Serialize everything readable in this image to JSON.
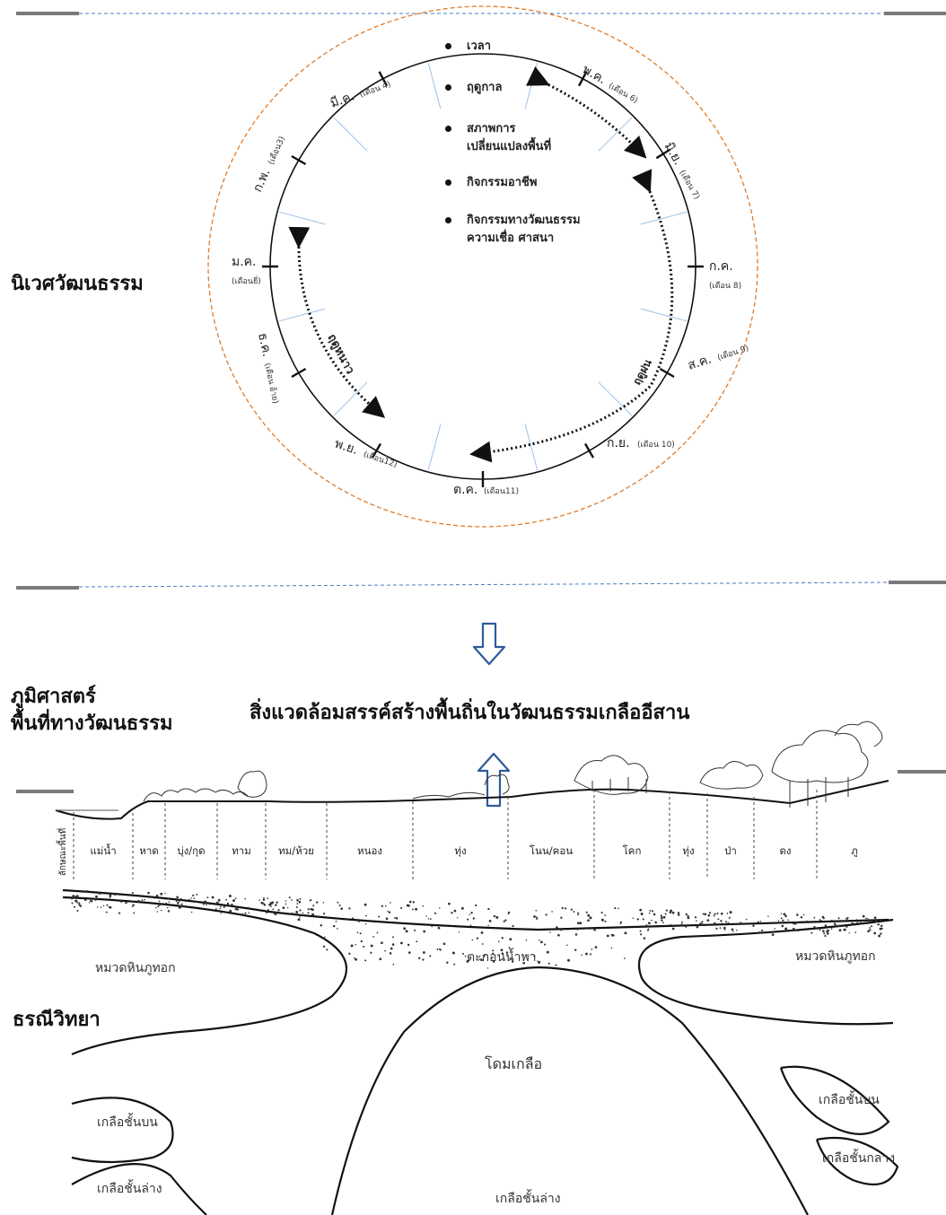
{
  "side_labels": {
    "cultural_ecology": "นิเวศวัฒนธรรม",
    "cultural_geography_line1": "ภูมิศาสตร์",
    "cultural_geography_line2": "พื้นที่ทางวัฒนธรรม",
    "geology": "ธรณีวิทยา"
  },
  "main_title": "สิ่งแวดล้อมสรรค์สร้างพื้นถิ่นในวัฒนธรรมเกลืออีสาน",
  "legend": [
    {
      "line1": "เวลา",
      "line2": ""
    },
    {
      "line1": "ฤดูกาล",
      "line2": ""
    },
    {
      "line1": "สภาพการ",
      "line2": "เปลี่ยนแปลงพื้นที่"
    },
    {
      "line1": "กิจกรรมอาชีพ",
      "line2": ""
    },
    {
      "line1": "กิจกรรมทางวัฒนธรรม",
      "line2": "ความเชื่อ ศาสนา"
    }
  ],
  "months": [
    {
      "main": "พ.ค.",
      "sub": "(เดือน 6)"
    },
    {
      "main": "มิ.ย.",
      "sub": "(เดือน 7)"
    },
    {
      "main": "ก.ค.",
      "sub": "(เดือน 8)"
    },
    {
      "main": "ส.ค.",
      "sub": "(เดือน 9)"
    },
    {
      "main": "ก.ย.",
      "sub": "(เดือน 10)"
    },
    {
      "main": "ต.ค.",
      "sub": "(เดือน11)"
    },
    {
      "main": "พ.ย.",
      "sub": "(เดือน12)"
    },
    {
      "main": "ธ.ค.",
      "sub": "(เดือน อ้าย)"
    },
    {
      "main": "ม.ค.",
      "sub": "(เดือนยี่)"
    },
    {
      "main": "ก.พ.",
      "sub": "(เดือน3)"
    },
    {
      "main": "มี.ค.",
      "sub": "(เดือน 4)"
    }
  ],
  "seasons": {
    "winter": "ฤดูหนาว",
    "rainy": "ฤดูฝน"
  },
  "strata_label": "ลักษณะพื้นที่",
  "strata": [
    "แม่น้ำ",
    "หาด",
    "บุ่ง/กุด",
    "ทาม",
    "ทม/ห้วย",
    "หนอง",
    "ทุ่ง",
    "โนน/คอน",
    "โคก",
    "ทุ่ง",
    "ป่า",
    "ดง",
    "ภู"
  ],
  "geology_labels": {
    "sediment": "ตะกอนน้ำพา",
    "rock_left": "หมวดหินภูทอก",
    "rock_right": "หมวดหินภูทอก",
    "salt_dome": "โดมเกลือ",
    "upper_salt_left": "เกลือชั้นบน",
    "lower_salt_left": "เกลือชั้นล่าง",
    "upper_salt_right": "เกลือชั้นบน",
    "middle_salt_right": "เกลือชั้นกลาง",
    "lower_salt_center": "เกลือชั้นล่าง"
  },
  "colors": {
    "divider_blue": "#4a7fc1",
    "divider_gray": "#7a7a7a",
    "orange_dashed": "#e07b2a",
    "tick_blue": "#9ec0e6",
    "arrow_outline": "#2e5a9c"
  }
}
